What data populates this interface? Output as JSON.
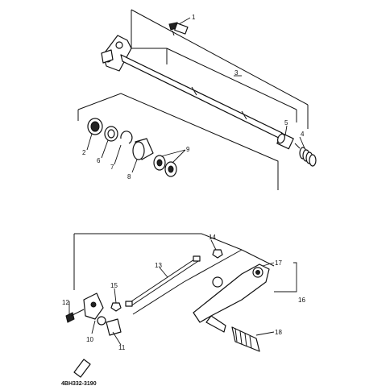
{
  "diagram": {
    "callouts": [
      "1",
      "2",
      "3",
      "4",
      "5",
      "6",
      "7",
      "8",
      "9",
      "10",
      "11",
      "12",
      "13",
      "14",
      "15",
      "16",
      "17",
      "18"
    ],
    "code": "4BH332-3190"
  }
}
